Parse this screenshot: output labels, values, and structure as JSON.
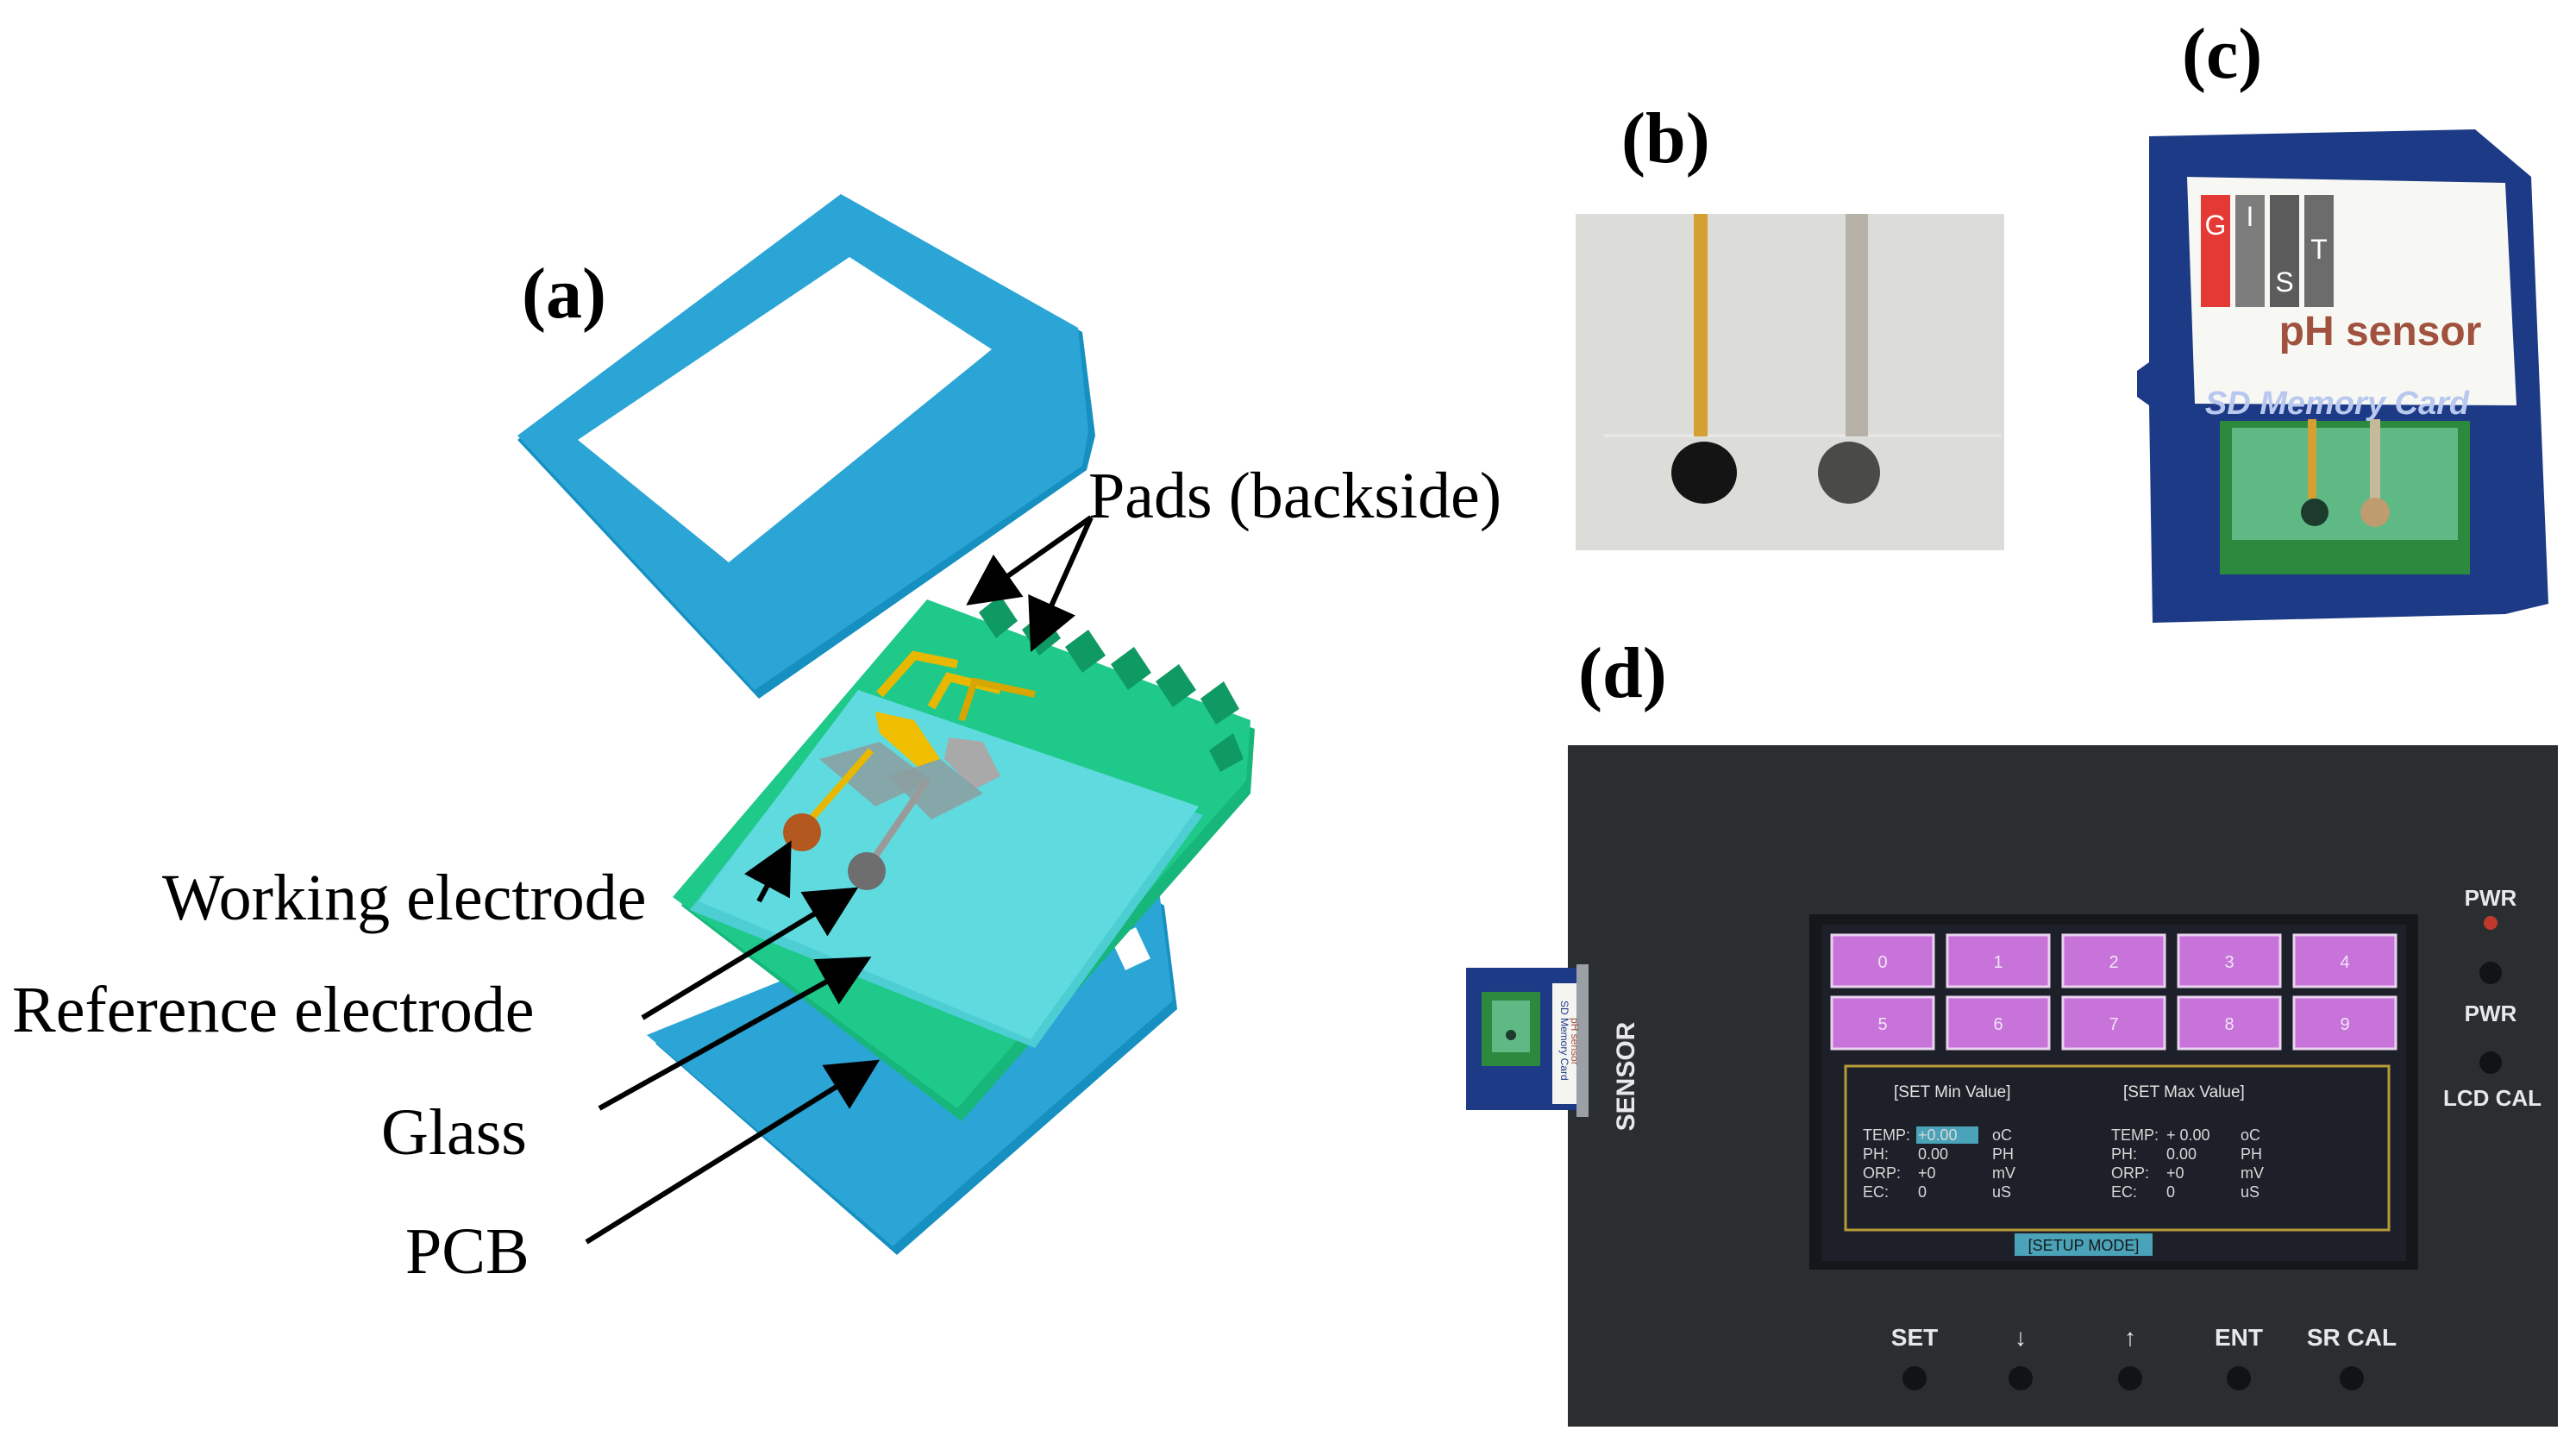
{
  "panels": {
    "a": {
      "label": "(a)",
      "callouts": {
        "pads": "Pads (backside)",
        "working": "Working electrode",
        "reference": "Reference electrode",
        "glass": "Glass",
        "pcb": "PCB"
      }
    },
    "b": {
      "label": "(b)"
    },
    "c": {
      "label": "(c)",
      "card_logo_letters": [
        "G",
        "I",
        "S",
        "T"
      ],
      "card_title": "pH sensor",
      "card_brand": "SD Memory Card"
    },
    "d": {
      "label": "(d)",
      "sensor_label": "SENSOR",
      "mini_card_text": [
        "SD Memory Card",
        "pH sensor"
      ],
      "screen_keys": [
        "0",
        "1",
        "2",
        "3",
        "4",
        "5",
        "6",
        "7",
        "8",
        "9"
      ],
      "setup": {
        "min_header": "[SET Min Value]",
        "max_header": "[SET Max Value]",
        "min_rows": [
          [
            "TEMP:",
            "+0.00",
            "oC"
          ],
          [
            "PH:",
            "0.00",
            "PH"
          ],
          [
            "ORP:",
            "+0",
            "mV"
          ],
          [
            "EC:",
            "0",
            "uS"
          ]
        ],
        "max_rows": [
          [
            "TEMP:",
            "+ 0.00",
            "oC"
          ],
          [
            "PH:",
            "0.00",
            "PH"
          ],
          [
            "ORP:",
            "+0",
            "mV"
          ],
          [
            "EC:",
            "0",
            "uS"
          ]
        ],
        "mode": "[SETUP MODE]"
      },
      "side_buttons": [
        "PWR",
        "PWR",
        "LCD CAL"
      ],
      "bottom_buttons": [
        "SET",
        "↓",
        "↑",
        "ENT",
        "SR CAL"
      ]
    }
  },
  "colors": {
    "sd_blue": "#2aa5d6",
    "pcb_green": "#1fc98a",
    "glass_cyan": "#5fdbe0",
    "electrode_gold": "#e8b800",
    "device_black": "#2b2e31",
    "lcd_key_purple": "#c773d9",
    "card_navy": "#1d3a86",
    "gist_red": "#e53935"
  }
}
